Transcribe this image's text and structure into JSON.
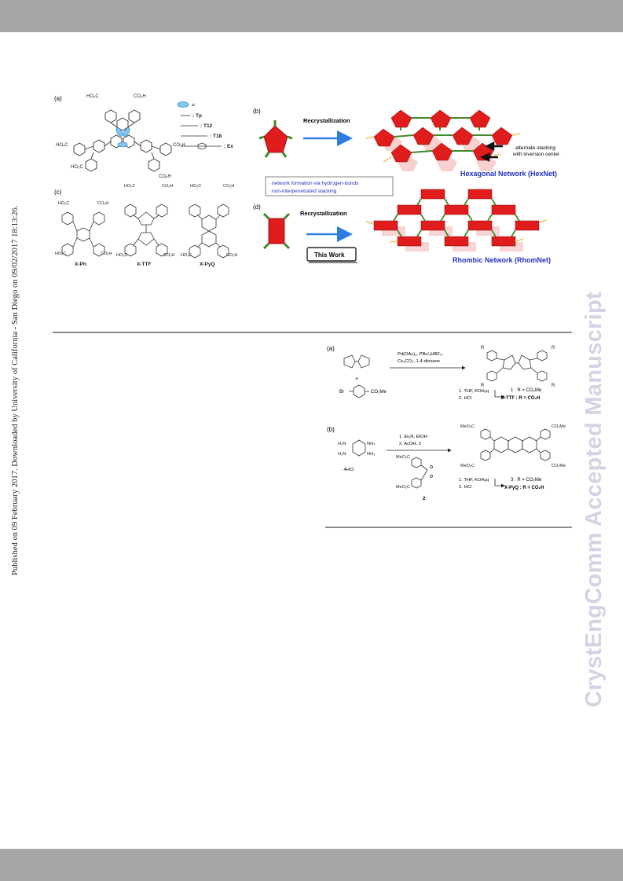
{
  "side_text": {
    "published": "Published on 09 February 2017. Downloaded by University of California - San Diego on 09/02/2017 18:13:26.",
    "watermark": "CrystEngComm Accepted Manuscript"
  },
  "figure1": {
    "panel_a": {
      "label": "(a)",
      "groups": [
        "HO₂C",
        "CO₂H",
        "HO₂C",
        "CO₂H",
        "HO₂C",
        "CO₂H"
      ],
      "legend_eq": "=",
      "legend": [
        ": Tp",
        ": T12",
        ": T18",
        ": Ex"
      ]
    },
    "panel_b": {
      "label": "(b)",
      "step": "Recrystallization",
      "note_line1": "alternate stacking",
      "note_line2": "with inversion center",
      "title": "Hexagonal Network (HexNet)"
    },
    "panel_c": {
      "label": "(c)",
      "groups": [
        "HO₂C",
        "CO₂H",
        "HO₂C",
        "CO₂H"
      ],
      "names": [
        "X-Ph",
        "X-TTF",
        "X-PyQ"
      ]
    },
    "callout": [
      "· network formation via hydrogen-bonds",
      "· non-interpenetrated stacking"
    ],
    "panel_d": {
      "label": "(d)",
      "step": "Recrystallization",
      "badge": "This Work",
      "title": "Rhombic Network (RhomNet)"
    }
  },
  "scheme1": {
    "part_a": {
      "label": "(a)",
      "plus": "+",
      "reagent_br": "Br",
      "reagent_ester": "CO₂Me",
      "conditions_line1": "Pd(OAc)₂, PBuᵗ₃HBF₄,",
      "conditions_line2": "Cs₂CO₃, 1,4-dioxane",
      "step2_line1": "1. THF, KOHₐq",
      "step2_line2": "2. HCl",
      "product_1": "1 : R = CO₂Me",
      "product_2": "X-TTF : R = CO₂H",
      "r_label": "R"
    },
    "part_b": {
      "label": "(b)",
      "amines": [
        "H₂N",
        "NH₂",
        "H₂N",
        "NH₂"
      ],
      "salt": "· 4HCl",
      "conditions_line1": "1. Et₃N, EtOH",
      "conditions_line2": "2. AcOH, 2",
      "diketone_esters": [
        "MeO₂C",
        "MeO₂C"
      ],
      "diketone_label": "2",
      "product_esters": [
        "MeO₂C",
        "CO₂Me",
        "MeO₂C",
        "CO₂Me"
      ],
      "step2_line1": "1. THF, KOHₐq",
      "step2_line2": "2. HCl",
      "product_1": "3 : R = CO₂Me",
      "product_2": "X-PyQ : R = CO₂H"
    }
  }
}
